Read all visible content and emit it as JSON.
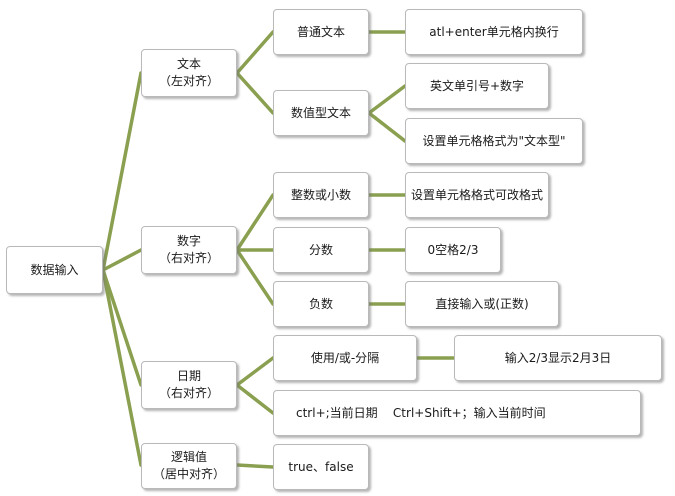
{
  "root": "数据输入",
  "branches": {
    "text": {
      "title": "文本",
      "sub": "（左对齐）"
    },
    "number": {
      "title": "数字",
      "sub": "（右对齐）"
    },
    "date": {
      "title": "日期",
      "sub": "（右对齐）"
    },
    "logic": {
      "title": "逻辑值",
      "sub": "（居中对齐）"
    }
  },
  "level2": {
    "plain_text": "普通文本",
    "numeric_text": "数值型文本",
    "int_decimal": "整数或小数",
    "fraction": "分数",
    "negative": "负数",
    "separator": "使用/或-分隔",
    "current_date": "ctrl+;当前日期    Ctrl+Shift+；输入当前时间",
    "true_false": "true、false"
  },
  "level3": {
    "alt_enter": "atl+enter单元格内换行",
    "quote_digits": "英文单引号+数字",
    "set_text_format": "设置单元格格式为\"文本型\"",
    "change_format": "设置单元格格式可改格式",
    "zero_space": "0空格2/3",
    "direct_paren": "直接输入或(正数)",
    "show_date": "输入2/3显示2月3日"
  },
  "colors": {
    "connector": "#8aa050",
    "box_border": "#b9b9b9",
    "shadow": "#787878"
  }
}
